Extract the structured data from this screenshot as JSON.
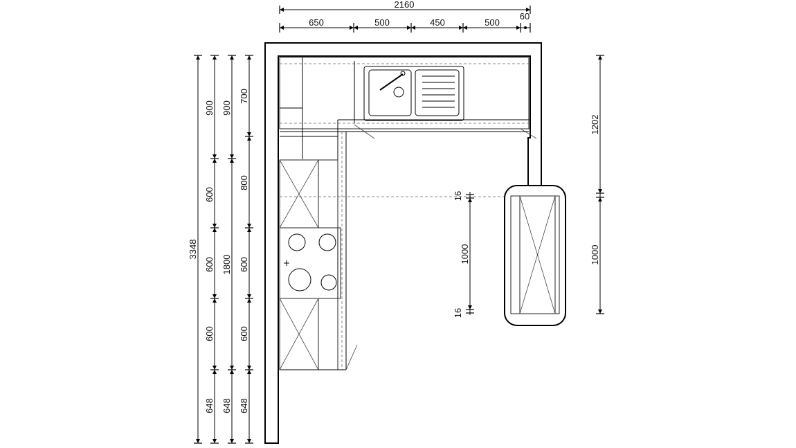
{
  "dimensions": {
    "top": {
      "overall": "2160",
      "end_gap": "60",
      "segments": [
        "650",
        "500",
        "450",
        "500"
      ]
    },
    "left": {
      "overall": "3348",
      "col_a": [
        "900",
        "600",
        "600",
        "600",
        "648"
      ],
      "col_b": [
        "900",
        "1800",
        "648"
      ],
      "col_c": [
        "700",
        "800",
        "600",
        "600",
        "648"
      ]
    },
    "right": {
      "wall_to_island": "1202",
      "island_length": "1000"
    },
    "center": {
      "island_depth": "1000",
      "top_clearance": "16",
      "bottom_clearance": "16"
    }
  }
}
